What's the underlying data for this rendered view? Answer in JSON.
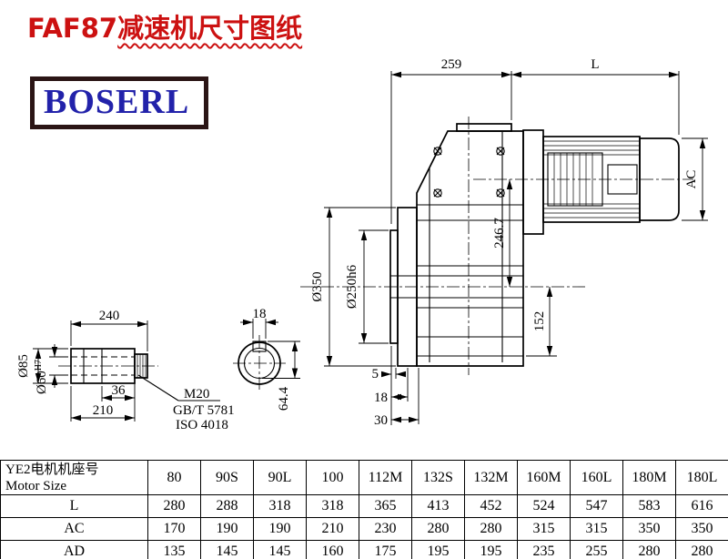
{
  "page": {
    "title_prefix": "FAF87",
    "title_suffix": "减速机尺寸图纸",
    "logo": "BOSERL"
  },
  "colors": {
    "title_red": "#cc1111",
    "logo_blue": "#2222aa",
    "logo_border": "#2b1515",
    "line_black": "#000000"
  },
  "drawing": {
    "main_view": {
      "dim_259": "259",
      "dim_L": "L",
      "dim_AC": "AC",
      "dim_246_7": "246.7",
      "dim_350": "Ø350",
      "dim_250h6": "Ø250h6",
      "dim_152": "152",
      "dim_5": "5",
      "dim_18": "18",
      "dim_30": "30"
    },
    "shaft_view": {
      "dim_240": "240",
      "dim_36": "36",
      "dim_210": "210",
      "dim_85": "Ø85",
      "dim_60": "Ø60",
      "dim_60_sup": "H7",
      "label_m20": "M20",
      "label_gbt": "GB/T 5781",
      "label_iso": "ISO 4018",
      "dim_18_key": "18",
      "dim_64_4": "64.4"
    }
  },
  "table": {
    "header_cn": "YE2电机机座号",
    "header_en": "Motor Size",
    "columns": [
      "80",
      "90S",
      "90L",
      "100",
      "112M",
      "132S",
      "132M",
      "160M",
      "160L",
      "180M",
      "180L"
    ],
    "rows": [
      {
        "label": "L",
        "values": [
          "280",
          "288",
          "318",
          "318",
          "365",
          "413",
          "452",
          "524",
          "547",
          "583",
          "616"
        ]
      },
      {
        "label": "AC",
        "values": [
          "170",
          "190",
          "190",
          "210",
          "230",
          "280",
          "280",
          "315",
          "315",
          "350",
          "350"
        ]
      },
      {
        "label": "AD",
        "values": [
          "135",
          "145",
          "145",
          "160",
          "175",
          "195",
          "195",
          "235",
          "255",
          "280",
          "280"
        ]
      }
    ]
  }
}
